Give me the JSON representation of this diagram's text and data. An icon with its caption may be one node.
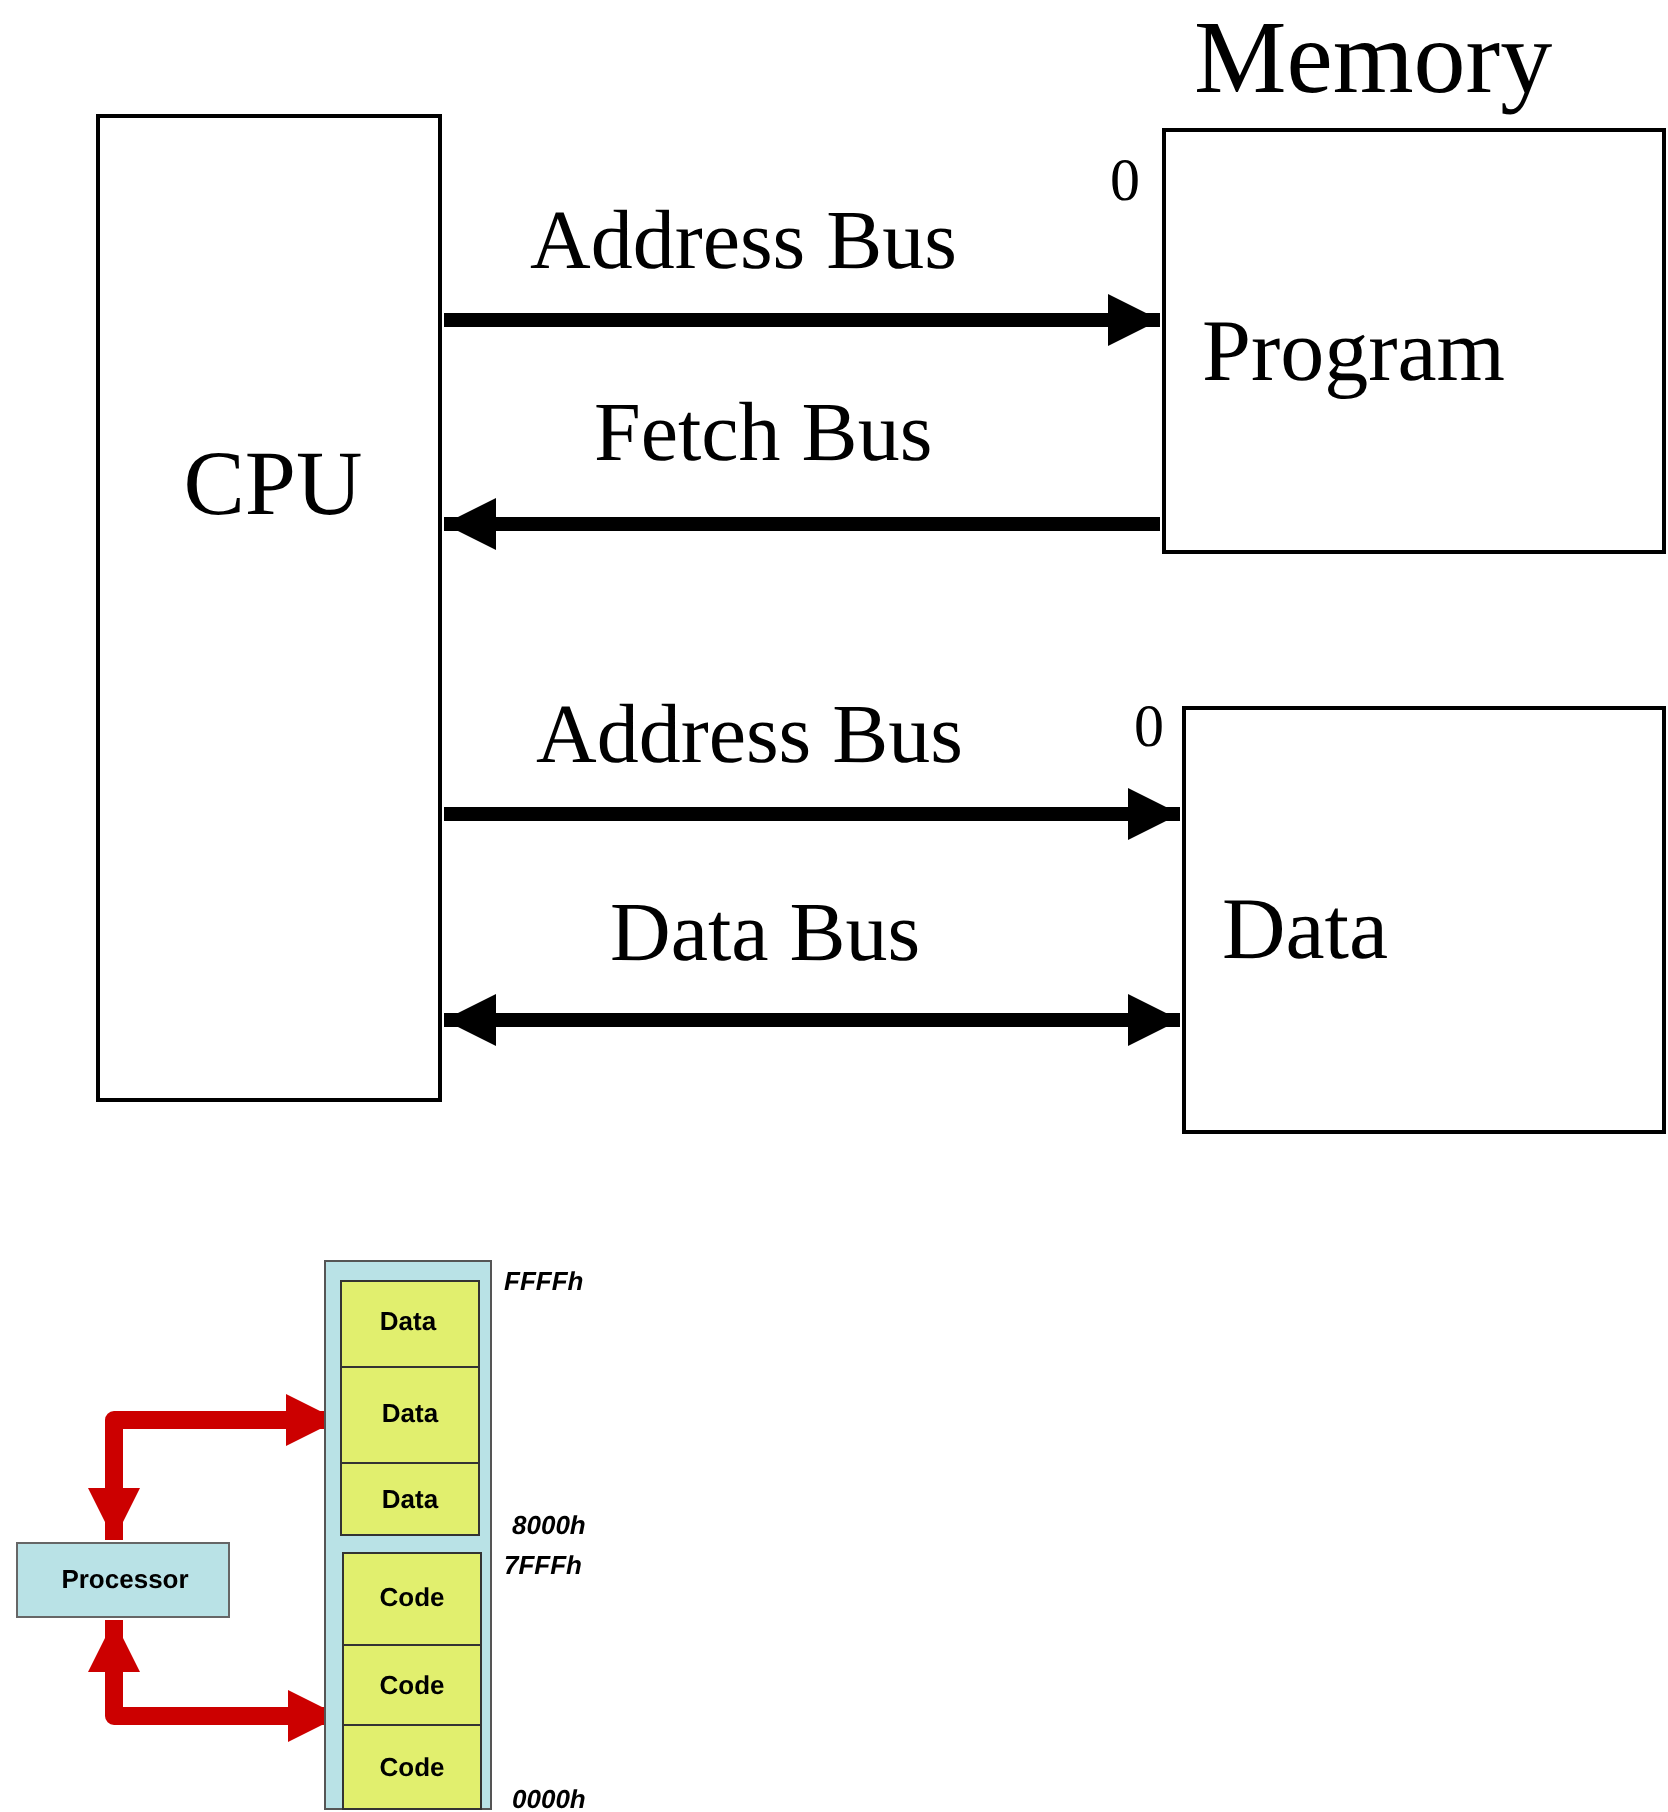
{
  "diagram": {
    "nodes": [
      {
        "text": [
          "CPU"
        ]
      },
      {
        "text": [
          "Memory",
          "Program"
        ],
        "beside": [
          "0"
        ]
      },
      {
        "text": [
          "Data"
        ],
        "beside": [
          "0"
        ]
      },
      {
        "text": [
          "Processor"
        ]
      },
      {
        "text": [],
        "shape": "box"
      },
      {
        "text": [],
        "shape": "box",
        "in": 4
      },
      {
        "text": [
          "Data"
        ],
        "in": 5
      },
      {
        "text": [
          "Data"
        ],
        "in": 5
      },
      {
        "text": [
          "Data"
        ],
        "in": 5
      },
      {
        "text": [],
        "shape": "box",
        "in": 4
      },
      {
        "text": [
          "Code"
        ],
        "in": 9
      },
      {
        "text": [
          "Code"
        ],
        "in": 9
      },
      {
        "text": [
          "Code"
        ],
        "in": 9
      }
    ],
    "edges": [
      {
        "from": 0,
        "to": 1,
        "arrow": "to",
        "label": "Address Bus"
      },
      {
        "from": 1,
        "to": 0,
        "arrow": "to",
        "label": "Fetch Bus"
      },
      {
        "from": 0,
        "to": 2,
        "arrow": "to",
        "label": "Address Bus"
      },
      {
        "from": 0,
        "to": 2,
        "arrow": "both",
        "label": "Data Bus"
      },
      {
        "from": 3,
        "to": 7,
        "arrow": "both",
        "color": "#cc0000"
      },
      {
        "from": 3,
        "to": 11,
        "arrow": "both",
        "color": "#cc0000"
      }
    ],
    "labels": [
      "FFFFh",
      "8000h",
      "7FFFh",
      "0000h"
    ]
  }
}
